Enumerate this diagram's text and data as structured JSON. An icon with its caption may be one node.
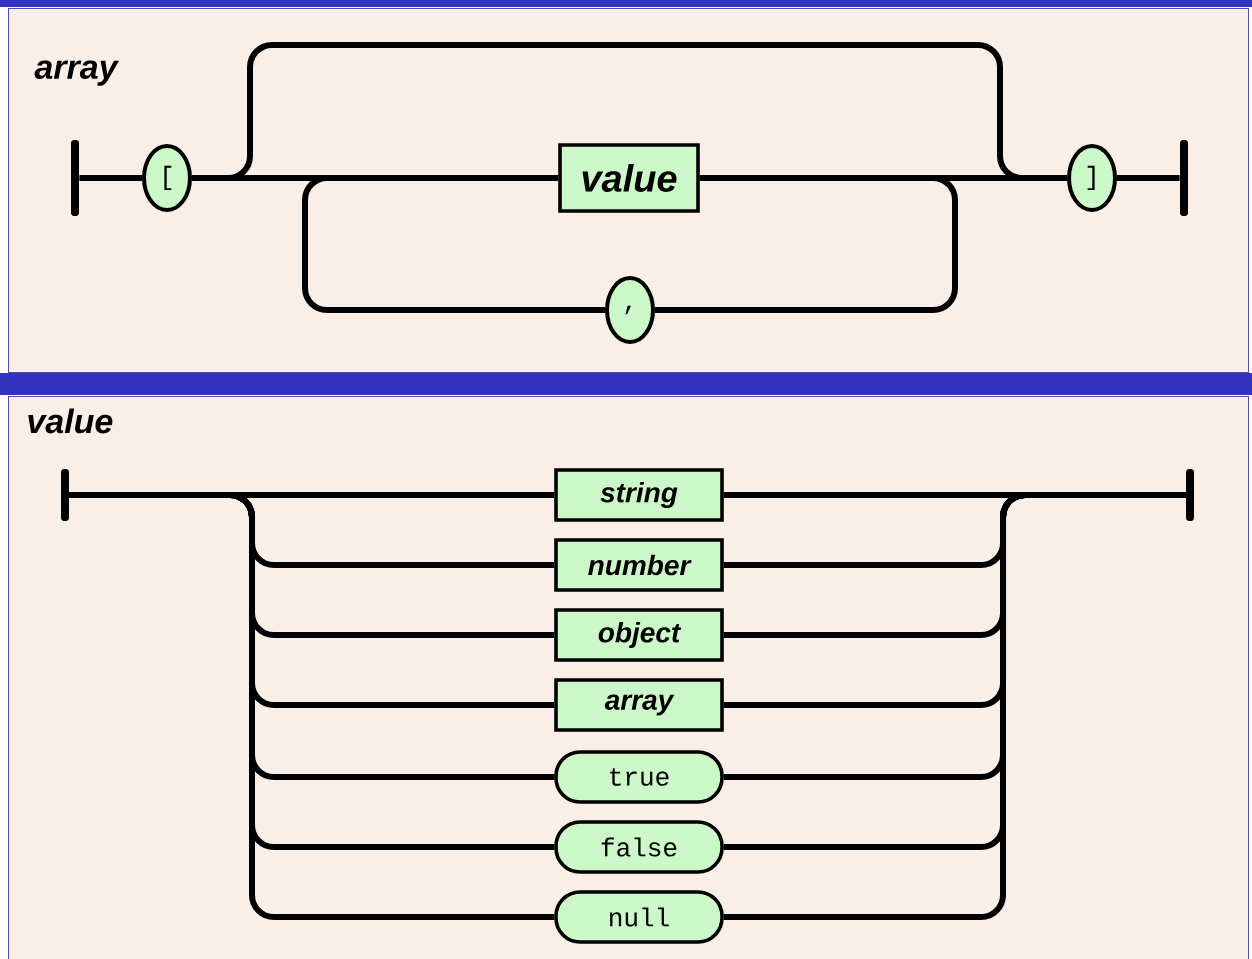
{
  "diagram": {
    "nodes": [
      {
        "text": [
          "array"
        ]
      },
      {
        "text": [],
        "shape": "bar",
        "in": 0
      },
      {
        "text": [
          "["
        ],
        "in": 0
      },
      {
        "text": [
          "value"
        ],
        "in": 0
      },
      {
        "text": [
          ","
        ],
        "in": 0
      },
      {
        "text": [
          "]"
        ],
        "in": 0
      },
      {
        "text": [],
        "shape": "bar",
        "in": 0
      },
      {
        "text": [
          "value"
        ]
      },
      {
        "text": [],
        "shape": "bar",
        "in": 7
      },
      {
        "text": [
          "string"
        ],
        "in": 7
      },
      {
        "text": [
          "number"
        ],
        "in": 7
      },
      {
        "text": [
          "object"
        ],
        "in": 7
      },
      {
        "text": [
          "array"
        ],
        "in": 7
      },
      {
        "text": [
          "true"
        ],
        "in": 7
      },
      {
        "text": [
          "false"
        ],
        "in": 7
      },
      {
        "text": [
          "null"
        ],
        "in": 7
      },
      {
        "text": [],
        "shape": "bar",
        "in": 7
      }
    ],
    "edges": [
      {
        "from": 1,
        "to": 2,
        "arrow": "none"
      },
      {
        "from": 2,
        "to": 3,
        "arrow": "none"
      },
      {
        "from": 2,
        "to": 5,
        "arrow": "none"
      },
      {
        "from": 3,
        "to": 5,
        "arrow": "none"
      },
      {
        "from": 3,
        "to": 4,
        "arrow": "none"
      },
      {
        "from": 4,
        "to": 3,
        "arrow": "none"
      },
      {
        "from": 5,
        "to": 6,
        "arrow": "none"
      },
      {
        "from": 8,
        "to": 9,
        "arrow": "none"
      },
      {
        "from": 8,
        "to": 10,
        "arrow": "none"
      },
      {
        "from": 8,
        "to": 11,
        "arrow": "none"
      },
      {
        "from": 8,
        "to": 12,
        "arrow": "none"
      },
      {
        "from": 8,
        "to": 13,
        "arrow": "none"
      },
      {
        "from": 8,
        "to": 14,
        "arrow": "none"
      },
      {
        "from": 8,
        "to": 15,
        "arrow": "none"
      },
      {
        "from": 9,
        "to": 16,
        "arrow": "none"
      },
      {
        "from": 10,
        "to": 16,
        "arrow": "none"
      },
      {
        "from": 11,
        "to": 16,
        "arrow": "none"
      },
      {
        "from": 12,
        "to": 16,
        "arrow": "none"
      },
      {
        "from": 13,
        "to": 16,
        "arrow": "none"
      },
      {
        "from": 14,
        "to": 16,
        "arrow": "none"
      },
      {
        "from": 15,
        "to": 16,
        "arrow": "none"
      }
    ]
  }
}
